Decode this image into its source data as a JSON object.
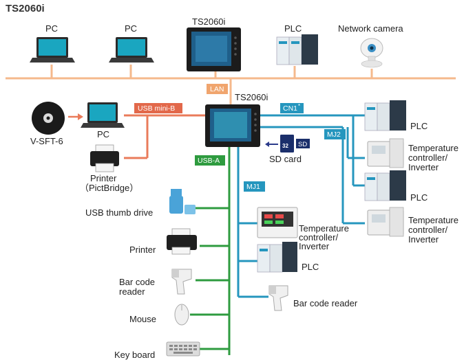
{
  "title": "TS2060i",
  "top_devices": {
    "pc1": "PC",
    "pc2": "PC",
    "hmi": "TS2060i",
    "plc": "PLC",
    "camera": "Network camera"
  },
  "main_device": "TS2060i",
  "tags": {
    "lan": "LAN",
    "usb_mini_b": "USB mini-B",
    "cn1": "CN1",
    "cn1_sup": "*",
    "mj2": "MJ2",
    "usb_a": "USB-A",
    "mj1": "MJ1",
    "sd_badge": "SD",
    "sd_card_capacity": "32"
  },
  "left_devices": {
    "software": "V-SFT-6",
    "pc": "PC",
    "printer_line1": "Printer",
    "printer_line2": "（PictBridge）",
    "sd_card": "SD card"
  },
  "usb_devices": [
    {
      "line1": "USB thumb drive",
      "line2": ""
    },
    {
      "line1": "Printer",
      "line2": ""
    },
    {
      "line1": "Bar code",
      "line2": "reader"
    },
    {
      "line1": "Mouse",
      "line2": ""
    },
    {
      "line1": "Key board",
      "line2": ""
    }
  ],
  "mj1_devices": [
    {
      "line1": "Temperature",
      "line2": "controller/",
      "line3": "Inverter"
    },
    {
      "line1": "PLC",
      "line2": "",
      "line3": ""
    },
    {
      "line1": "Bar code reader",
      "line2": "",
      "line3": ""
    }
  ],
  "right_devices": [
    {
      "line1": "PLC",
      "line2": "",
      "line3": ""
    },
    {
      "line1": "Temperature",
      "line2": "controller/",
      "line3": "Inverter"
    },
    {
      "line1": "PLC",
      "line2": "",
      "line3": ""
    },
    {
      "line1": "Temperature",
      "line2": "controller/",
      "line3": "Inverter"
    }
  ],
  "colors": {
    "lan_bus": "#f5b98c",
    "usb_mini": "#ea7b5a",
    "usb_a": "#2e9b3f",
    "serial": "#2596be",
    "tag_lan": "#f0a56e",
    "tag_usb_mini": "#e2684a",
    "tag_usb_a": "#2e9b3f",
    "tag_serial": "#2596be"
  }
}
